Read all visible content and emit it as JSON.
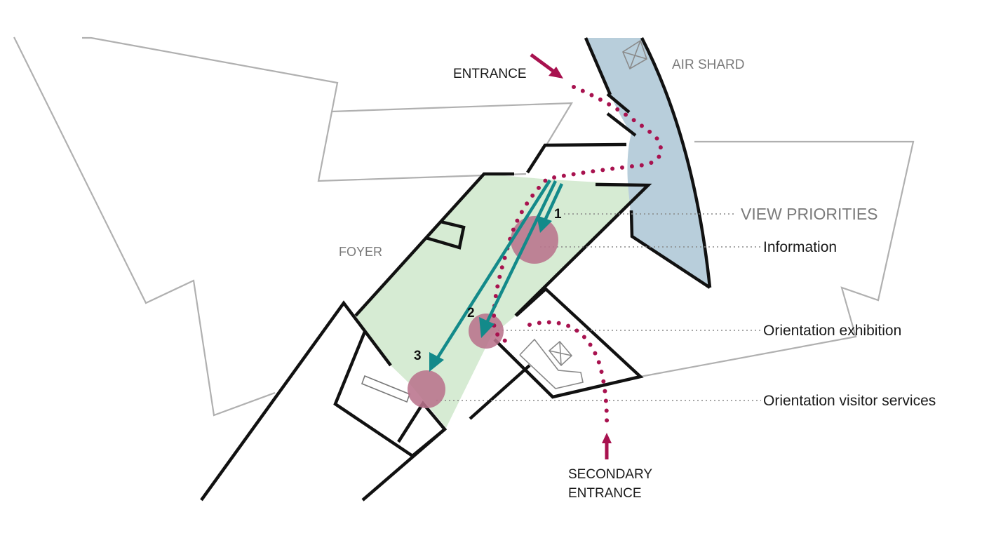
{
  "diagram": {
    "labels": {
      "entrance": "ENTRANCE",
      "air_shard": "AIR SHARD",
      "foyer": "FOYER",
      "view_priorities": "VIEW PRIORITIES",
      "secondary_entrance_line1": "SECONDARY",
      "secondary_entrance_line2": "ENTRANCE"
    },
    "view_priorities": [
      {
        "number": "1",
        "label": "Information"
      },
      {
        "number": "2",
        "label": "Orientation exhibition"
      },
      {
        "number": "3",
        "label": "Orientation visitor services"
      }
    ],
    "colors": {
      "wall": "#111111",
      "outline": "#b0b0b0",
      "foyer_fill": "#d6ebd3",
      "air_shard_fill": "#b8cedb",
      "path": "#a8124f",
      "view_arrow": "#138a8a",
      "priority_circle": "#b9738c",
      "leader": "#888888"
    }
  }
}
